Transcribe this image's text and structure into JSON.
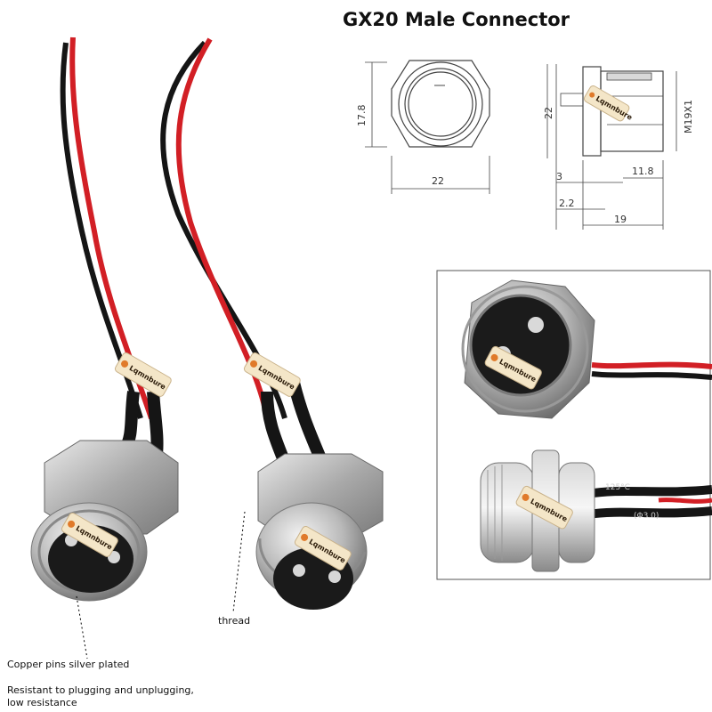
{
  "title": "GX20 Male Connector",
  "drawing": {
    "front_height": "17.8",
    "front_width": "22",
    "side_height": "22",
    "thread": "M19X1",
    "dim_body": "11.8",
    "dim_flange": "3",
    "dim_rim": "2.2",
    "dim_total": "19"
  },
  "brand_tag": "Lqmnbure",
  "labels": {
    "thread": "thread",
    "pins": "Copper pins silver plated",
    "durability_line1": "Resistant to plugging and unplugging,",
    "durability_line2": "low resistance"
  },
  "inset_marking": {
    "temp": "125°C",
    "size": "(Φ3.0)"
  },
  "colors": {
    "wire_red": "#d21f25",
    "wire_black": "#151515",
    "nickel": "#b9b9b9",
    "tag": "#f4e6c8",
    "tag_accent": "#e07a2a"
  }
}
